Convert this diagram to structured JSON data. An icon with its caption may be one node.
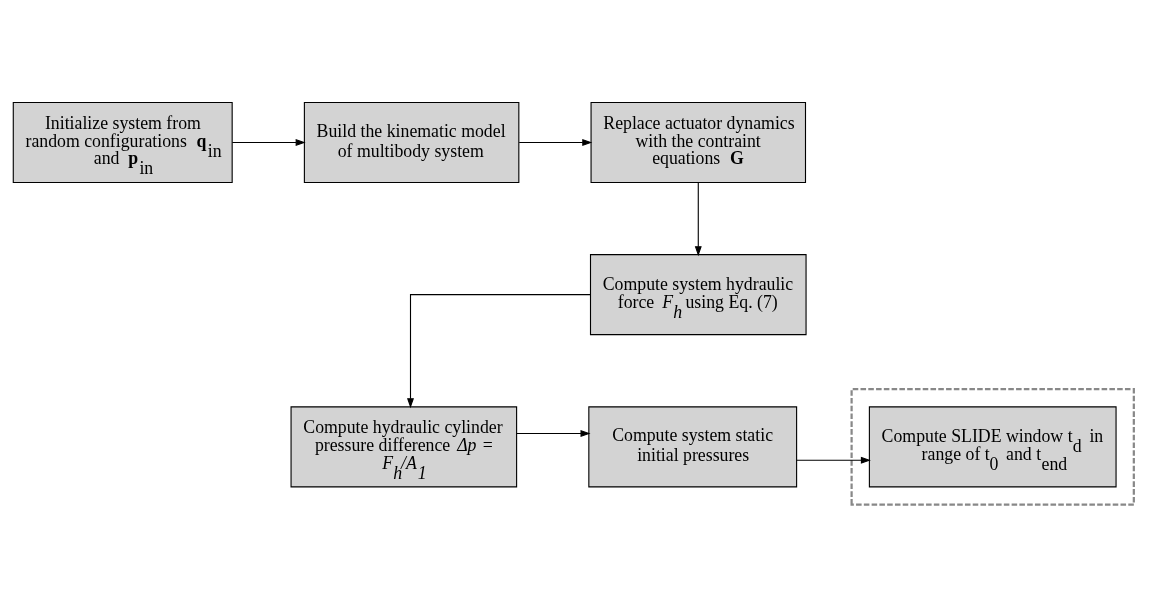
{
  "diagram": {
    "nodes": [
      {
        "text": [
          "Initialize system from random configurations **q**$_{in}$ and **p**$_{in}$"
        ]
      },
      {
        "text": [
          "Build the kinematic model of multibody system"
        ]
      },
      {
        "text": [
          "Replace actuator dynamics with the contraint equations **G**"
        ]
      },
      {
        "text": [
          "Compute system hydraulic force *F$_{h}$* using Eq. (7)"
        ]
      },
      {
        "text": [
          "Compute hydraulic cylinder pressure difference *Δp* = *F$_{h}$/A$_{1}$*"
        ]
      },
      {
        "text": [
          "Compute system static initial pressures"
        ]
      },
      {
        "text": [],
        "shape": "box"
      },
      {
        "text": [
          "Compute SLIDE window t$_{d}$ in range of t$_{0}$ and t$_{end}$"
        ],
        "in": 6
      }
    ],
    "edges": [
      {
        "from": 0,
        "to": 1,
        "arrow": "to"
      },
      {
        "from": 1,
        "to": 2,
        "arrow": "to"
      },
      {
        "from": 2,
        "to": 3,
        "arrow": "to"
      },
      {
        "from": 3,
        "to": 4,
        "arrow": "to"
      },
      {
        "from": 4,
        "to": 5,
        "arrow": "to"
      },
      {
        "from": 5,
        "to": 7,
        "arrow": "to"
      }
    ]
  }
}
